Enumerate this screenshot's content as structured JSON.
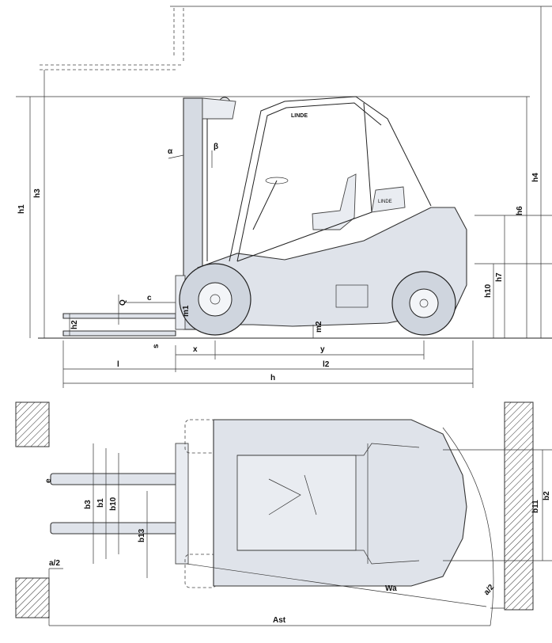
{
  "side_view": {
    "labels": {
      "h1": "h1",
      "h3": "h3",
      "h4": "h4",
      "h6": "h6",
      "h7": "h7",
      "h10": "h10",
      "h2": "h2",
      "Q": "Q",
      "c": "c",
      "s": "s",
      "m1": "m1",
      "m2": "m2",
      "x": "x",
      "y": "y",
      "l": "l",
      "l2": "l2",
      "h": "h",
      "alpha": "α",
      "beta": "β"
    },
    "cab_logo": "LINDE",
    "cab_plate": "LINDE"
  },
  "top_view": {
    "labels": {
      "e": "e",
      "b3": "b3",
      "b1": "b1",
      "b10": "b10",
      "b13": "b13",
      "b11": "b11",
      "b2": "b2",
      "a_half_left": "a/2",
      "a_half_right": "a/2",
      "Wa": "Wa",
      "Ast": "Ast"
    }
  },
  "colors": {
    "line": "#222222",
    "body_fill": "#dfe3ea",
    "background": "#ffffff"
  }
}
